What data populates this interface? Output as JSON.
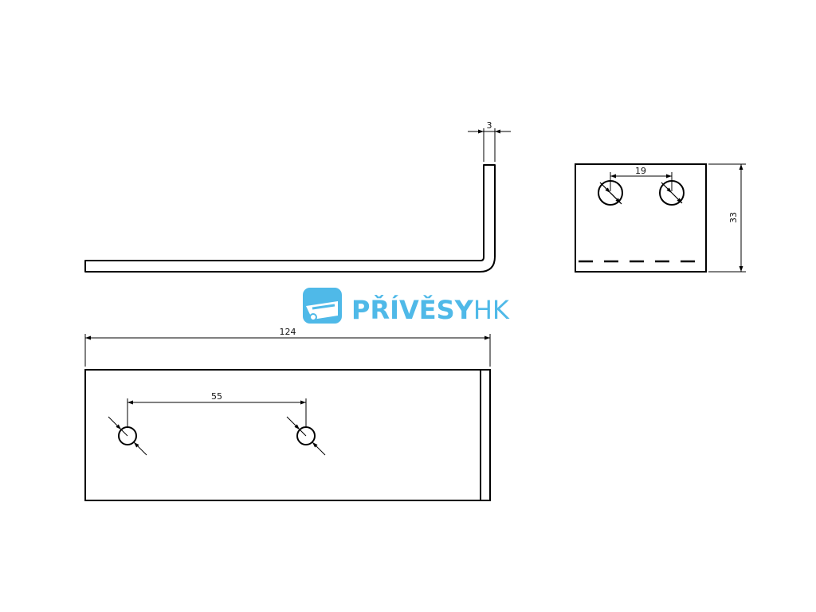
{
  "drawing": {
    "line_color": "#000000",
    "dimensions": {
      "side_thickness": "3",
      "end_hole_spacing": "19",
      "end_height": "33",
      "total_length": "124",
      "hole_spacing": "55"
    }
  },
  "logo": {
    "text_bold": "PŘÍVĚSY",
    "text_light": "HK",
    "color": "#4fb9e8",
    "icon": "trailer-icon"
  }
}
